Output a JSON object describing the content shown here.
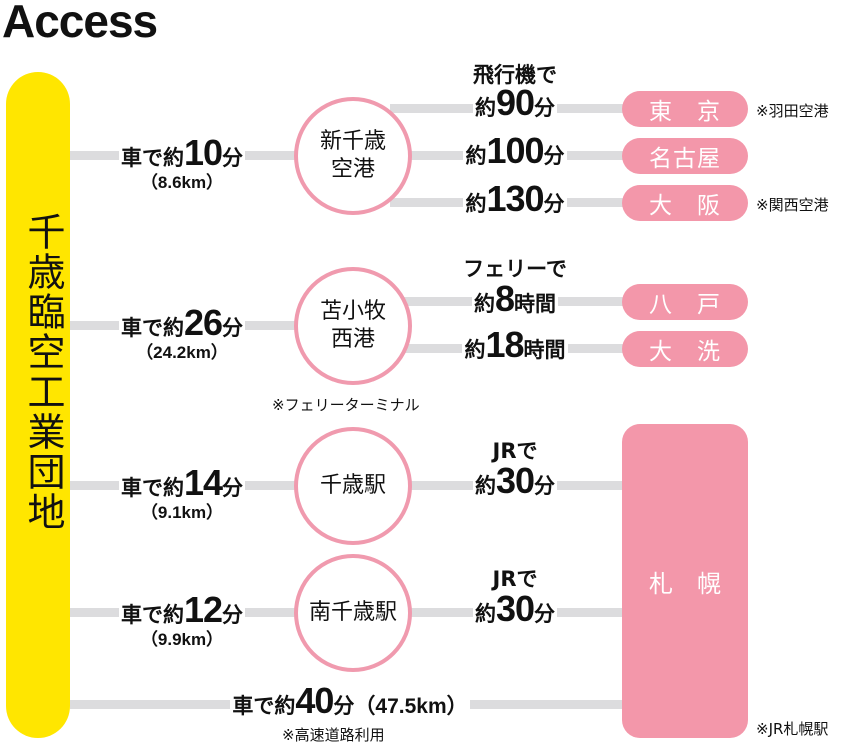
{
  "title": "Access",
  "origin": {
    "name": "千歳臨空工業団地"
  },
  "colors": {
    "origin": "#FFE600",
    "destination": "#F397AA",
    "hub_border": "#F09AAE",
    "line": "#DCDCDE"
  },
  "routes": [
    {
      "hub": "新千歳\n空港",
      "hub_lines": [
        "新千歳",
        "空港"
      ],
      "car": {
        "prefix": "車で約",
        "value": "10",
        "unit": "分",
        "distance": "（8.6km）"
      },
      "mode_label": "飛行機で",
      "legs": [
        {
          "prefix": "約",
          "value": "90",
          "unit": "分",
          "destination": "東　京",
          "note": "※羽田空港"
        },
        {
          "prefix": "約",
          "value": "100",
          "unit": "分",
          "destination": "名古屋",
          "note": ""
        },
        {
          "prefix": "約",
          "value": "130",
          "unit": "分",
          "destination": "大　阪",
          "note": "※関西空港"
        }
      ]
    },
    {
      "hub_lines": [
        "苫小牧",
        "西港"
      ],
      "hub_note": "※フェリーターミナル",
      "car": {
        "prefix": "車で約",
        "value": "26",
        "unit": "分",
        "distance": "（24.2km）"
      },
      "mode_label": "フェリーで",
      "legs": [
        {
          "prefix": "約",
          "value": "8",
          "unit": "時間",
          "destination": "八　戸"
        },
        {
          "prefix": "約",
          "value": "18",
          "unit": "時間",
          "destination": "大　洗"
        }
      ]
    },
    {
      "hub_lines": [
        "千歳駅"
      ],
      "car": {
        "prefix": "車で約",
        "value": "14",
        "unit": "分",
        "distance": "（9.1km）"
      },
      "mode_label": "JRで",
      "legs": [
        {
          "prefix": "約",
          "value": "30",
          "unit": "分",
          "destination": "札　幌"
        }
      ]
    },
    {
      "hub_lines": [
        "南千歳駅"
      ],
      "car": {
        "prefix": "車で約",
        "value": "12",
        "unit": "分",
        "distance": "（9.9km）"
      },
      "mode_label": "JRで",
      "legs": [
        {
          "prefix": "約",
          "value": "30",
          "unit": "分",
          "destination": "札　幌"
        }
      ]
    }
  ],
  "direct": {
    "prefix": "車で約",
    "value": "40",
    "unit": "分",
    "distance": "（47.5km）",
    "note": "※高速道路利用"
  },
  "sapporo": {
    "label": "札　幌",
    "note": "※JR札幌駅"
  }
}
